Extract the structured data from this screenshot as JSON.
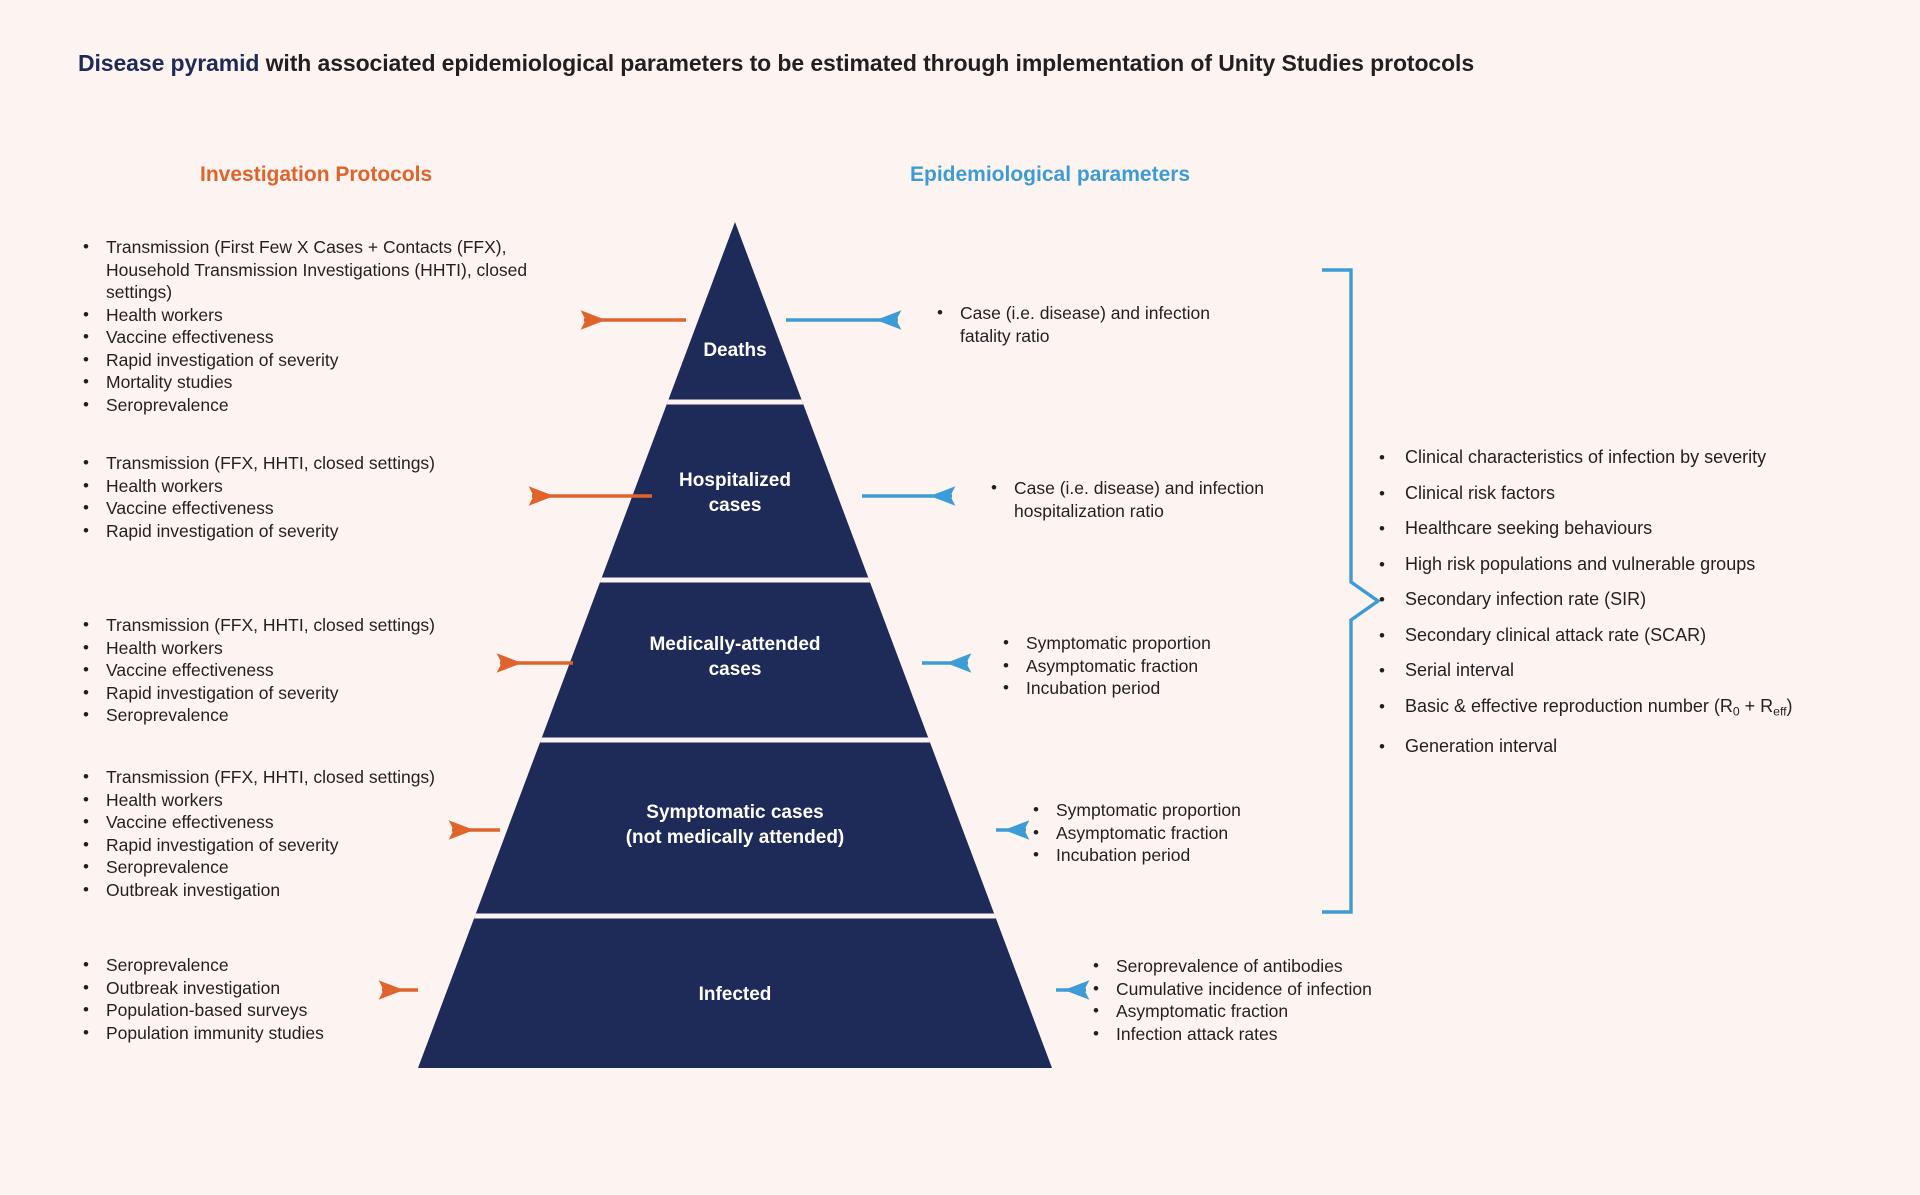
{
  "title": {
    "bold_part": "Disease pyramid",
    "rest_part": " with associated epidemiological parameters to be estimated through implementation of Unity Studies protocols"
  },
  "columns": {
    "left_header": "Investigation Protocols",
    "right_header": "Epidemiological parameters"
  },
  "colors": {
    "background": "#FDF4F1",
    "pyramid_navy": "#1E2A57",
    "accent_orange": "#E0632C",
    "accent_blue": "#3D9BD6",
    "text": "#231F20"
  },
  "pyramid": {
    "levels": [
      {
        "label": "Deaths"
      },
      {
        "label": "Hospitalized\ncases"
      },
      {
        "label": "Medically-attended\ncases"
      },
      {
        "label": "Symptomatic cases\n(not medically attended)"
      },
      {
        "label": "Infected"
      }
    ]
  },
  "investigation_protocols": [
    {
      "level": "Deaths",
      "items": [
        "Transmission (First Few X Cases + Contacts (FFX), Household Transmission Investigations (HHTI), closed settings)",
        "Health workers",
        "Vaccine effectiveness",
        "Rapid investigation of severity",
        "Mortality studies",
        "Seroprevalence"
      ]
    },
    {
      "level": "Hospitalized cases",
      "items": [
        "Transmission (FFX, HHTI, closed settings)",
        "Health workers",
        "Vaccine effectiveness",
        "Rapid investigation of severity"
      ]
    },
    {
      "level": "Medically-attended cases",
      "items": [
        "Transmission (FFX, HHTI, closed settings)",
        "Health workers",
        "Vaccine effectiveness",
        "Rapid investigation of severity",
        "Seroprevalence"
      ]
    },
    {
      "level": "Symptomatic cases (not medically attended)",
      "items": [
        "Transmission (FFX, HHTI, closed settings)",
        "Health workers",
        "Vaccine effectiveness",
        "Rapid investigation of severity",
        "Seroprevalence",
        "Outbreak investigation"
      ]
    },
    {
      "level": "Infected",
      "items": [
        "Seroprevalence",
        "Outbreak investigation",
        "Population-based surveys",
        "Population immunity studies"
      ]
    }
  ],
  "epidemiological_parameters": [
    {
      "level": "Deaths",
      "items": [
        "Case (i.e. disease) and infection fatality ratio"
      ]
    },
    {
      "level": "Hospitalized cases",
      "items": [
        "Case (i.e. disease) and infection hospitalization ratio"
      ]
    },
    {
      "level": "Medically-attended cases",
      "items": [
        "Symptomatic proportion",
        "Asymptomatic fraction",
        "Incubation period"
      ]
    },
    {
      "level": "Symptomatic cases (not medically attended)",
      "items": [
        "Symptomatic proportion",
        "Asymptomatic fraction",
        "Incubation period"
      ]
    },
    {
      "level": "Infected",
      "items": [
        "Seroprevalence of antibodies",
        "Cumulative incidence of infection",
        "Asymptomatic fraction",
        "Infection attack rates"
      ]
    }
  ],
  "cross_cutting_parameters": {
    "items": [
      {
        "text": "Clinical characteristics of infection by severity"
      },
      {
        "text": "Clinical risk factors"
      },
      {
        "text": "Healthcare seeking behaviours"
      },
      {
        "text": "High risk populations and vulnerable groups"
      },
      {
        "text": "Secondary infection rate (SIR)"
      },
      {
        "text": "Secondary clinical attack rate (SCAR)"
      },
      {
        "text": "Serial interval"
      },
      {
        "text": "Basic & effective reproduction number (R0 + Reff)",
        "html": "Basic &amp; effective reproduction number (R<sub>0</sub> + R<sub>eff</sub>)"
      },
      {
        "text": "Generation interval"
      }
    ]
  }
}
